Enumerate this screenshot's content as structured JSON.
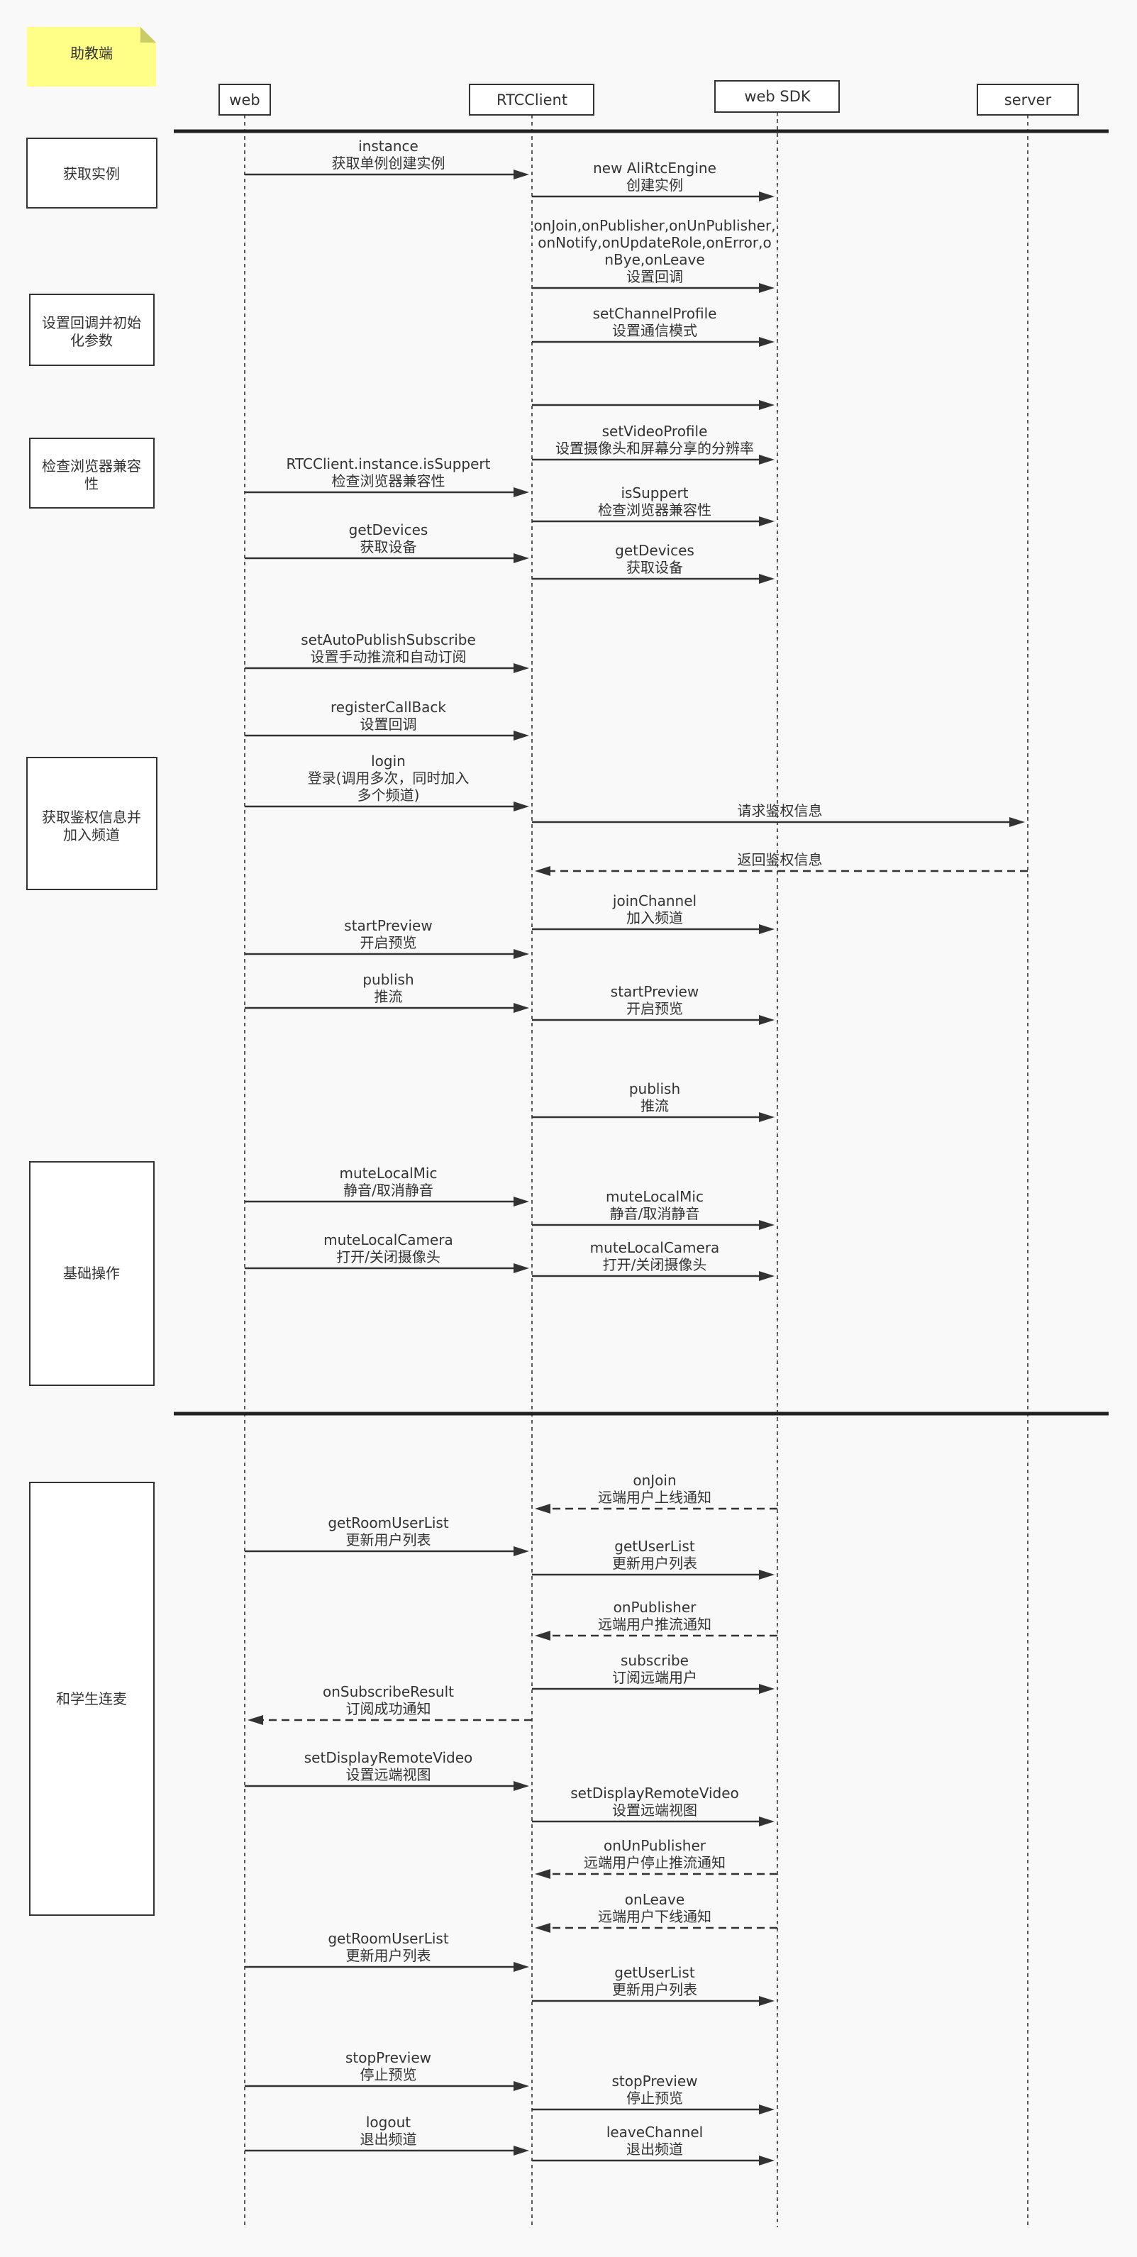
{
  "note": {
    "label": "助教端"
  },
  "participants": [
    {
      "id": "web",
      "label": "web"
    },
    {
      "id": "rtc",
      "label": "RTCClient"
    },
    {
      "id": "sdk",
      "label": "web SDK"
    },
    {
      "id": "server",
      "label": "server"
    }
  ],
  "sections": [
    {
      "lines": [
        "获取实例"
      ]
    },
    {
      "lines": [
        "设置回调并初始",
        "化参数"
      ]
    },
    {
      "lines": [
        "检查浏览器兼容",
        "性"
      ]
    },
    {
      "lines": [
        "获取鉴权信息并",
        "加入频道"
      ]
    },
    {
      "lines": [
        "基础操作"
      ]
    },
    {
      "lines": [
        "和学生连麦"
      ]
    }
  ],
  "messages": [
    {
      "from": "web",
      "to": "rtc",
      "lines": [
        "instance",
        "获取单例创建实例"
      ]
    },
    {
      "from": "rtc",
      "to": "sdk",
      "lines": [
        "new AliRtcEngine",
        "创建实例"
      ]
    },
    {
      "from": "rtc",
      "to": "sdk",
      "lines": [
        "onJoin,onPublisher,onUnPublisher,",
        "onNotify,onUpdateRole,onError,o",
        "nBye,onLeave",
        "设置回调"
      ]
    },
    {
      "from": "rtc",
      "to": "sdk",
      "lines": [
        "setChannelProfile",
        "设置通信模式"
      ]
    },
    {
      "from": "rtc",
      "to": "sdk",
      "lines": []
    },
    {
      "from": "rtc",
      "to": "sdk",
      "lines": [
        "setVideoProfile",
        "设置摄像头和屏幕分享的分辨率"
      ]
    },
    {
      "from": "web",
      "to": "rtc",
      "lines": [
        "RTCClient.instance.isSuppert",
        "检查浏览器兼容性"
      ]
    },
    {
      "from": "rtc",
      "to": "sdk",
      "lines": [
        "isSuppert",
        "检查浏览器兼容性"
      ]
    },
    {
      "from": "web",
      "to": "rtc",
      "lines": [
        "getDevices",
        "获取设备"
      ]
    },
    {
      "from": "rtc",
      "to": "sdk",
      "lines": [
        "getDevices",
        "获取设备"
      ]
    },
    {
      "from": "web",
      "to": "rtc",
      "lines": [
        "setAutoPublishSubscribe",
        "设置手动推流和自动订阅"
      ]
    },
    {
      "from": "web",
      "to": "rtc",
      "lines": [
        "registerCallBack",
        "设置回调"
      ]
    },
    {
      "from": "web",
      "to": "rtc",
      "lines": [
        "login",
        "登录(调用多次，同时加入",
        "多个频道)"
      ]
    },
    {
      "from": "rtc",
      "to": "server",
      "lines": [
        "请求鉴权信息"
      ]
    },
    {
      "from": "server",
      "to": "rtc",
      "dashed": true,
      "lines": [
        "返回鉴权信息"
      ]
    },
    {
      "from": "rtc",
      "to": "sdk",
      "lines": [
        "joinChannel",
        "加入频道"
      ]
    },
    {
      "from": "web",
      "to": "rtc",
      "lines": [
        "startPreview",
        "开启预览"
      ]
    },
    {
      "from": "web",
      "to": "rtc",
      "lines": [
        "publish",
        "推流"
      ]
    },
    {
      "from": "rtc",
      "to": "sdk",
      "lines": [
        "startPreview",
        "开启预览"
      ]
    },
    {
      "from": "rtc",
      "to": "sdk",
      "lines": [
        "publish",
        "推流"
      ]
    },
    {
      "from": "web",
      "to": "rtc",
      "lines": [
        "muteLocalMic",
        "静音/取消静音"
      ]
    },
    {
      "from": "rtc",
      "to": "sdk",
      "lines": [
        "muteLocalMic",
        "静音/取消静音"
      ]
    },
    {
      "from": "web",
      "to": "rtc",
      "lines": [
        "muteLocalCamera",
        "打开/关闭摄像头"
      ]
    },
    {
      "from": "rtc",
      "to": "sdk",
      "lines": [
        "muteLocalCamera",
        "打开/关闭摄像头"
      ]
    },
    {
      "from": "sdk",
      "to": "rtc",
      "dashed": true,
      "lines": [
        "onJoin",
        "远端用户上线通知"
      ]
    },
    {
      "from": "web",
      "to": "rtc",
      "lines": [
        "getRoomUserList",
        "更新用户列表"
      ]
    },
    {
      "from": "rtc",
      "to": "sdk",
      "lines": [
        "getUserList",
        "更新用户列表"
      ]
    },
    {
      "from": "sdk",
      "to": "rtc",
      "dashed": true,
      "lines": [
        "onPublisher",
        "远端用户推流通知"
      ]
    },
    {
      "from": "rtc",
      "to": "sdk",
      "lines": [
        "subscribe",
        "订阅远端用户"
      ]
    },
    {
      "from": "rtc",
      "to": "web",
      "dashed": true,
      "lines": [
        "onSubscribeResult",
        "订阅成功通知"
      ]
    },
    {
      "from": "web",
      "to": "rtc",
      "lines": [
        "setDisplayRemoteVideo",
        "设置远端视图"
      ]
    },
    {
      "from": "rtc",
      "to": "sdk",
      "lines": [
        "setDisplayRemoteVideo",
        "设置远端视图"
      ]
    },
    {
      "from": "sdk",
      "to": "rtc",
      "dashed": true,
      "lines": [
        "onUnPublisher",
        "远端用户停止推流通知"
      ]
    },
    {
      "from": "sdk",
      "to": "rtc",
      "dashed": true,
      "lines": [
        "onLeave",
        "远端用户下线通知"
      ]
    },
    {
      "from": "web",
      "to": "rtc",
      "lines": [
        "getRoomUserList",
        "更新用户列表"
      ]
    },
    {
      "from": "rtc",
      "to": "sdk",
      "lines": [
        "getUserList",
        "更新用户列表"
      ]
    },
    {
      "from": "web",
      "to": "rtc",
      "lines": [
        "stopPreview",
        "停止预览"
      ]
    },
    {
      "from": "rtc",
      "to": "sdk",
      "lines": [
        "stopPreview",
        "停止预览"
      ]
    },
    {
      "from": "web",
      "to": "rtc",
      "lines": [
        "logout",
        "退出频道"
      ]
    },
    {
      "from": "rtc",
      "to": "sdk",
      "lines": [
        "leaveChannel",
        "退出频道"
      ]
    }
  ]
}
